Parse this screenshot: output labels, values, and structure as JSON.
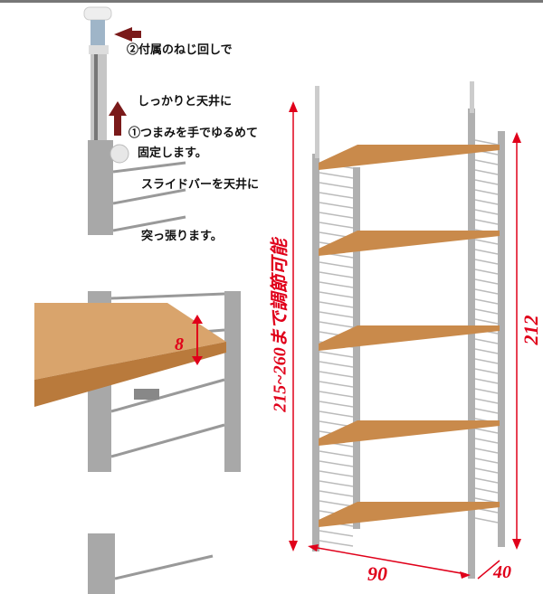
{
  "notes": {
    "step2": [
      "②付属のねじ回しで",
      "しっかりと天井に",
      "固定します。"
    ],
    "step1": [
      "①つまみを手でゆるめて",
      "スライドバーを天井に",
      "突っ張ります。"
    ]
  },
  "dimensions": {
    "adjustable_height": "215~260まで調節可能",
    "height": "212",
    "width": "90",
    "depth": "40",
    "shelf_pitch": "8"
  },
  "colors": {
    "dimension_red": "#e0001a",
    "arrow_maroon": "#7a1a1a",
    "wood": "#c98a4b",
    "frame": "#a8a8a8"
  }
}
